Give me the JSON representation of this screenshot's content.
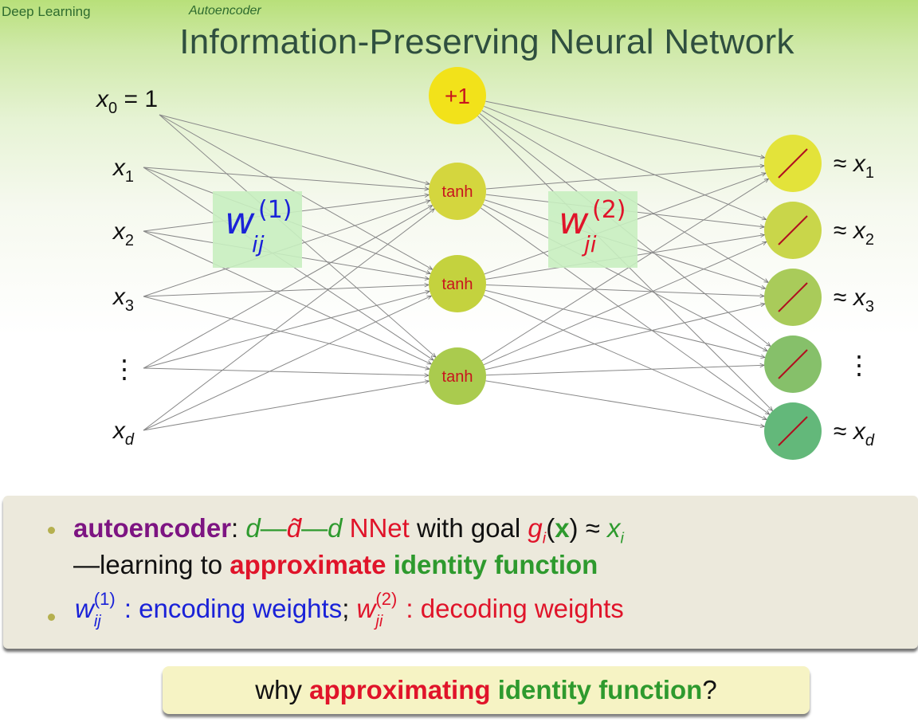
{
  "header": {
    "section": "Deep Learning",
    "subsection": "Autoencoder",
    "title": "Information-Preserving Neural Network"
  },
  "network": {
    "inputs": [
      "x0 = 1",
      "x1",
      "x2",
      "x3",
      "⋮",
      "xd"
    ],
    "bias_hidden": "+1",
    "hidden": [
      "tanh",
      "tanh",
      "tanh"
    ],
    "outputs": [
      "≈ x1",
      "≈ x2",
      "≈ x3",
      "⋮",
      "≈ xd"
    ],
    "encoding_weight": "w_ij^(1)",
    "decoding_weight": "w_ji^(2)",
    "colors": {
      "bias": "#f2e21a",
      "hidden": "#d4d63e",
      "output_top": "#e3e33a",
      "output_bottom": "#63b87a",
      "encoding": "#1a22d8",
      "decoding": "#e0142a"
    }
  },
  "bullets": {
    "b1": {
      "term": "autoencoder",
      "sep": ":",
      "d1": "d",
      "dash1": "—",
      "dt": "d̃",
      "dash2": "—",
      "d2": "d",
      "nnet": " NNet",
      "goal": " with goal ",
      "g": "g",
      "gi": "i",
      "paren_open": "(",
      "x": "x",
      "paren_close": ")",
      "approx": " ≈ ",
      "xi": "x",
      "xi_sub": "i",
      "line2_prefix": "—learning to ",
      "approximate": "approximate",
      "identity": "identity function"
    },
    "b2": {
      "w1": "w",
      "w1_sub": "ij",
      "w1_sup": "(1)",
      "enc": ": encoding weights",
      "semi": ";",
      "w2": "w",
      "w2_sub": "ji",
      "w2_sup": "(2)",
      "dec": ": decoding weights"
    }
  },
  "question": {
    "why": "why ",
    "approximating": "approximating",
    "identity": "identity function",
    "qmark": "?"
  }
}
